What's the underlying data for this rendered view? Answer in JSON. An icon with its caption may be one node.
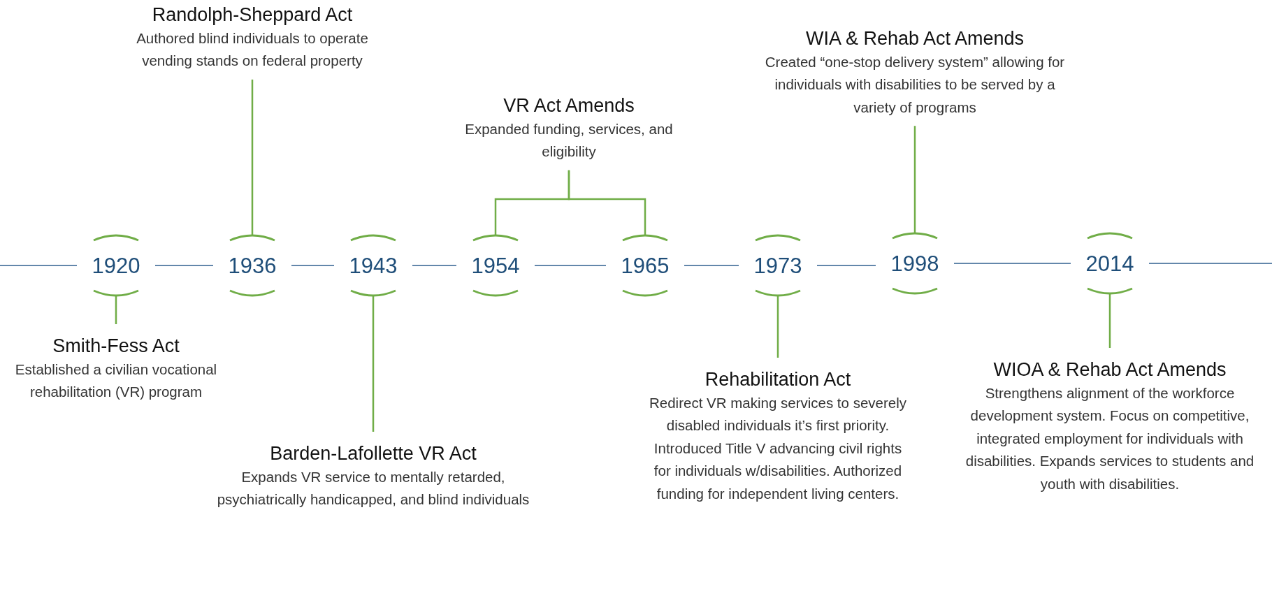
{
  "diagram": {
    "nodes": [
      {
        "text": [
          "Randolph-Sheppard Act",
          "Authored blind individuals to operate vending stands on federal property"
        ]
      },
      {
        "text": [
          "VR Act Amends",
          "Expanded funding, services, and eligibility"
        ]
      },
      {
        "text": [
          "WIA & Rehab Act Amends",
          "Created “one-stop delivery system” allowing for individuals with disabilities to be served by a variety of programs"
        ]
      },
      {
        "text": [
          "1920"
        ]
      },
      {
        "text": [
          "1936"
        ]
      },
      {
        "text": [
          "1943"
        ]
      },
      {
        "text": [
          "1954"
        ]
      },
      {
        "text": [
          "1965"
        ]
      },
      {
        "text": [
          "1973"
        ]
      },
      {
        "text": [
          "1998"
        ]
      },
      {
        "text": [
          "2014"
        ]
      },
      {
        "text": [
          "Smith-Fess Act",
          "Established a civilian vocational rehabilitation (VR) program"
        ]
      },
      {
        "text": [
          "Barden-Lafollette VR Act",
          "Expands VR service to mentally retarded, psychiatrically handicapped, and blind individuals"
        ]
      },
      {
        "text": [
          "Rehabilitation Act",
          "Redirect VR making services to severely disabled individuals it’s first priority. Introduced Title V advancing civil rights for individuals w/disabilities. Authorized funding for independent living centers."
        ]
      },
      {
        "text": [
          "WIOA & Rehab Act Amends",
          "Strengthens alignment of the workforce development system. Focus on competitive, integrated employment for individuals with disabilities. Expands services to students and youth with disabilities."
        ]
      }
    ],
    "edges": [
      {
        "from": null,
        "to": 3,
        "arrow": "none"
      },
      {
        "from": 3,
        "to": 4,
        "arrow": "none"
      },
      {
        "from": 4,
        "to": 5,
        "arrow": "none"
      },
      {
        "from": 5,
        "to": 6,
        "arrow": "none"
      },
      {
        "from": 6,
        "to": 7,
        "arrow": "none"
      },
      {
        "from": 7,
        "to": 8,
        "arrow": "none"
      },
      {
        "from": 8,
        "to": 9,
        "arrow": "none"
      },
      {
        "from": 9,
        "to": 10,
        "arrow": "none"
      },
      {
        "from": 10,
        "to": null,
        "arrow": "none"
      },
      {
        "from": 0,
        "to": 4,
        "arrow": "none",
        "color": "#70ad47"
      },
      {
        "from": 1,
        "to": 6,
        "arrow": "none",
        "color": "#70ad47"
      },
      {
        "from": 1,
        "to": 7,
        "arrow": "none",
        "color": "#70ad47"
      },
      {
        "from": 2,
        "to": 9,
        "arrow": "none",
        "color": "#70ad47"
      },
      {
        "from": 11,
        "to": 3,
        "arrow": "none",
        "color": "#70ad47"
      },
      {
        "from": 12,
        "to": 5,
        "arrow": "none",
        "color": "#70ad47"
      },
      {
        "from": 13,
        "to": 8,
        "arrow": "none",
        "color": "#70ad47"
      },
      {
        "from": 14,
        "to": 10,
        "arrow": "none",
        "color": "#70ad47"
      }
    ]
  }
}
